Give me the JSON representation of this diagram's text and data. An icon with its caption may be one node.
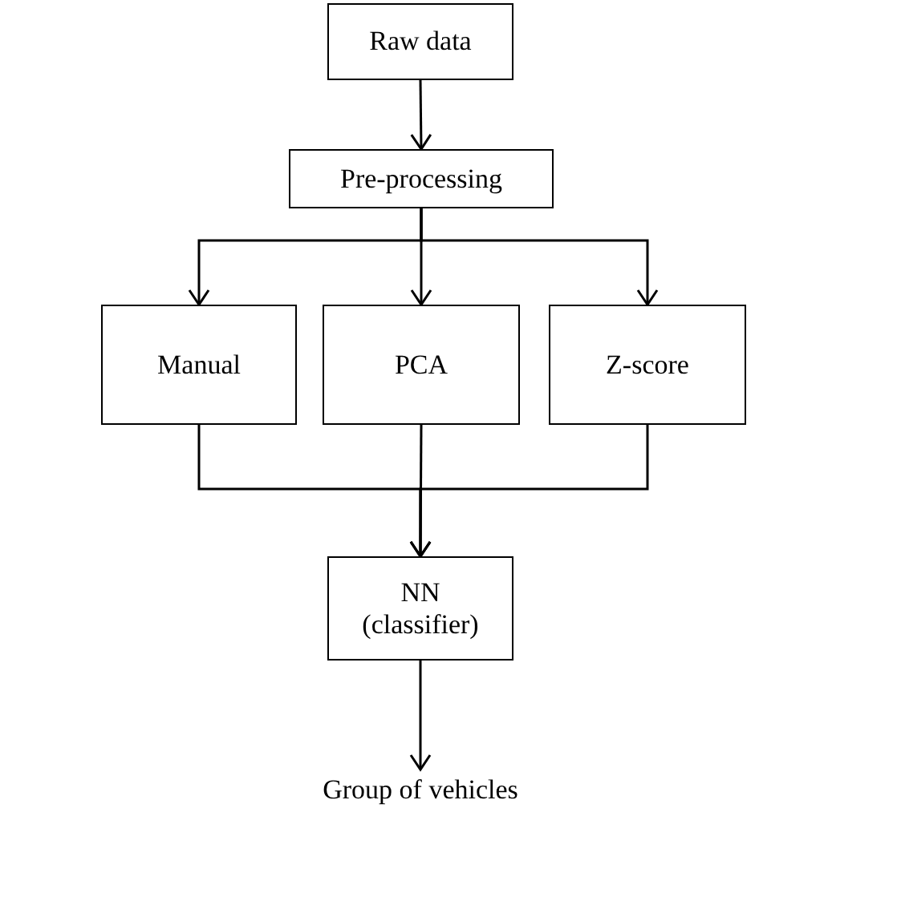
{
  "diagram": {
    "nodes": [
      {
        "text": [
          "Raw data"
        ]
      },
      {
        "text": [
          "Pre-processing"
        ]
      },
      {
        "text": [
          "Manual"
        ]
      },
      {
        "text": [
          "PCA"
        ]
      },
      {
        "text": [
          "Z-score"
        ]
      },
      {
        "text": [
          "NN (classifier)"
        ]
      },
      {
        "text": [
          "Group of vehicles"
        ]
      }
    ],
    "edges": [
      {
        "from": 0,
        "to": 1,
        "arrow": "to"
      },
      {
        "from": 1,
        "to": 2,
        "arrow": "to"
      },
      {
        "from": 1,
        "to": 3,
        "arrow": "to"
      },
      {
        "from": 1,
        "to": 4,
        "arrow": "to"
      },
      {
        "from": 2,
        "to": 5,
        "arrow": "to"
      },
      {
        "from": 3,
        "to": 5,
        "arrow": "to"
      },
      {
        "from": 4,
        "to": 5,
        "arrow": "to"
      },
      {
        "from": 5,
        "to": 6,
        "arrow": "to"
      }
    ]
  }
}
